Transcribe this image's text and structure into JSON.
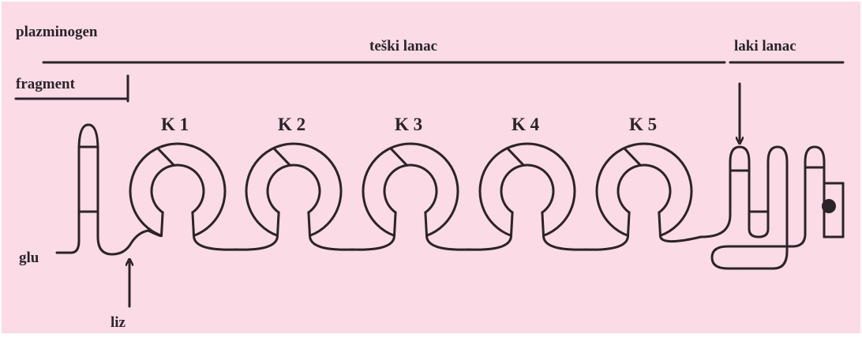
{
  "title": "plazminogen",
  "heavy_chain_label": "teški lanac",
  "light_chain_label": "laki lanac",
  "fragment_label": "fragment",
  "n_terminus_label": "glu",
  "cleavage_site_label": "liz",
  "kringles": [
    "K 1",
    "K 2",
    "K 3",
    "K 4",
    "K 5"
  ],
  "colors": {
    "background": "#fadbe6",
    "ink": "#2a2428"
  }
}
